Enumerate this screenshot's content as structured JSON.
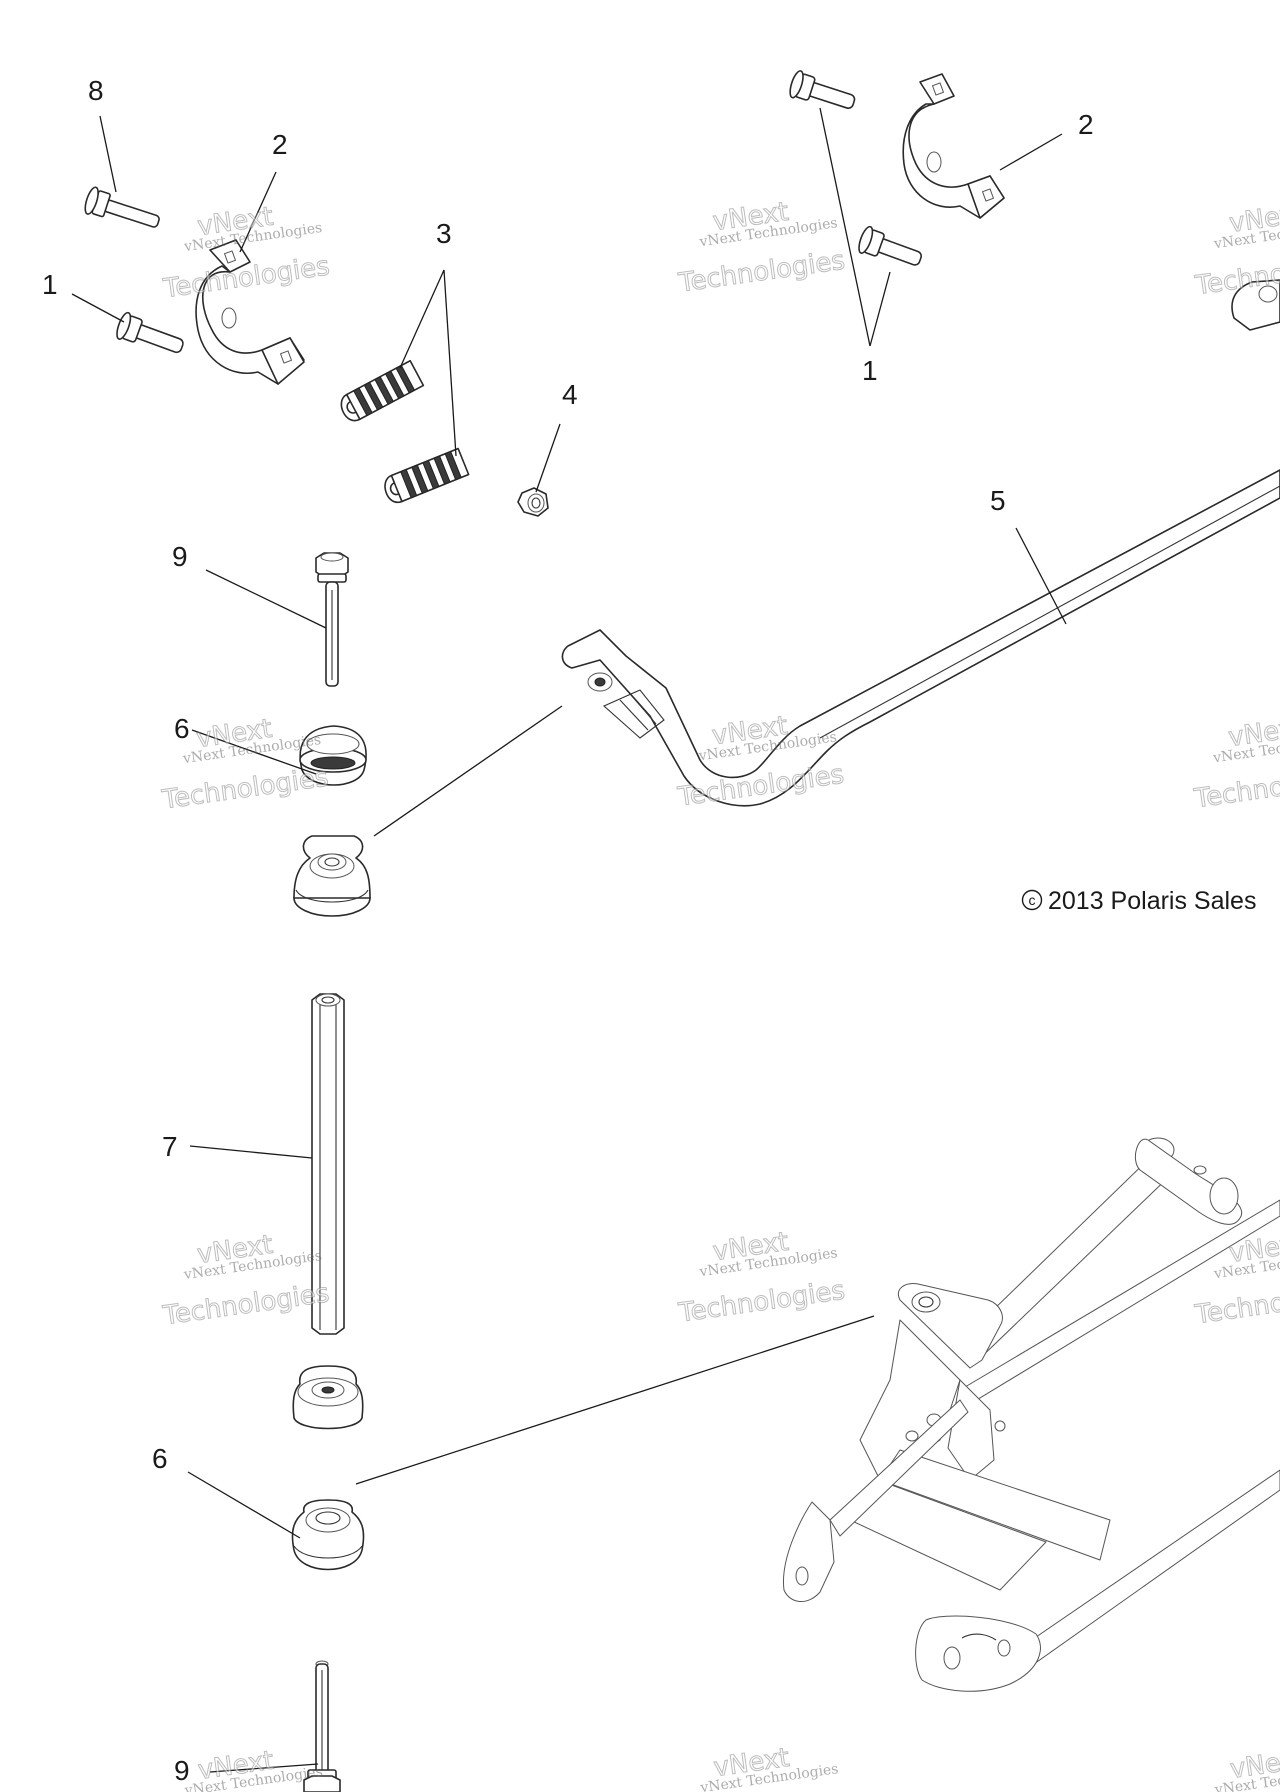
{
  "callouts": {
    "c8": "8",
    "c2_left": "2",
    "c3": "3",
    "c1_left": "1",
    "c4": "4",
    "c9_top": "9",
    "c6_top": "6",
    "c7": "7",
    "c6_bottom": "6",
    "c9_bottom": "9",
    "c1_right": "1",
    "c2_right": "2",
    "c5": "5"
  },
  "copyright": "2013 Polaris Sales",
  "copyright_symbol": "c",
  "watermark": {
    "line_small": "vNext Technologies",
    "line_big_1": "vNext",
    "line_big_2": "Technologies"
  },
  "icons": [
    "bolt-icon",
    "clamp-icon",
    "bushing-icon",
    "nut-icon",
    "stabilizer-bar-icon",
    "link-bushing-icon",
    "link-rod-icon",
    "a-arm-icon"
  ]
}
